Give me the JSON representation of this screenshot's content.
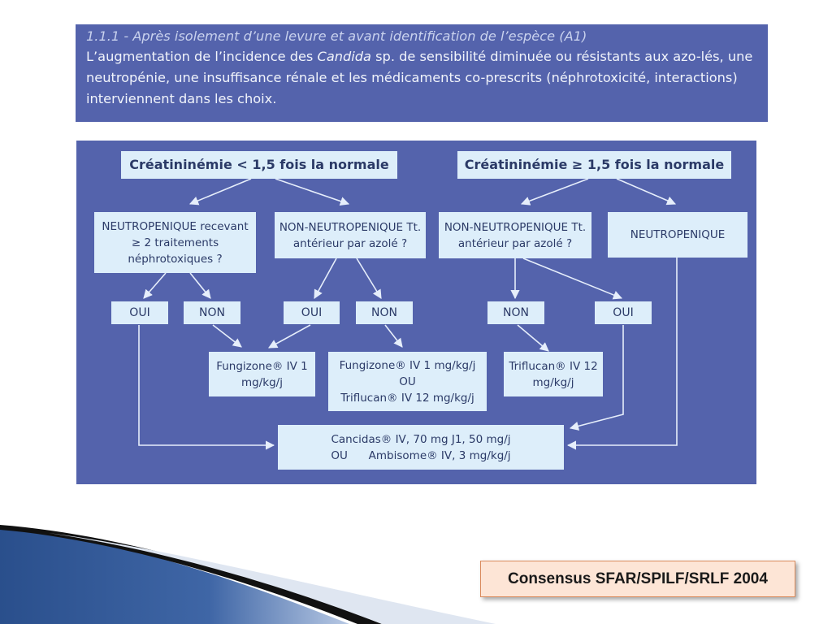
{
  "intro": {
    "title": "1.1.1 - Après isolement d’une levure et avant identification de l’espèce (A1)",
    "line_start": "L’augmentation de l’incidence des ",
    "line_italic": "Candida",
    "line_end": " sp. de sensibilité diminuée ou résistants aux azo-lés, une neutropénie, une insuffisance rénale et les médicaments co-prescrits (néphrotoxicité, interactions) interviennent dans les choix."
  },
  "flow": {
    "left_header": "Créatininémie < 1,5 fois la normale",
    "right_header": "Créatininémie ≥ 1,5 fois la normale",
    "q1": "NEUTROPENIQUE recevant ≥ 2 traitements néphrotoxiques ?",
    "q2": "NON-NEUTROPENIQUE Tt. antérieur par azolé ?",
    "q3": "NON-NEUTROPENIQUE Tt. antérieur par azolé ?",
    "q4": "NEUTROPENIQUE",
    "a_oui_1": "OUI",
    "a_non_1": "NON",
    "a_oui_2": "OUI",
    "a_non_2": "NON",
    "a_non_3": "NON",
    "a_oui_3": "OUI",
    "t1": "Fungizone® IV 1 mg/kg/j",
    "t2_l1": "Fungizone® IV 1 mg/kg/j",
    "t2_l2": "OU",
    "t2_l3": "Triflucan® IV 12 mg/kg/j",
    "t3": "Triflucan® IV 12 mg/kg/j",
    "final_l1": "Cancidas® IV, 70 mg J1, 50 mg/j",
    "final_l2": "OU      Ambisome® IV, 3 mg/kg/j"
  },
  "citation": "Consensus SFAR/SPILF/SRLF 2004",
  "colors": {
    "panel": "#5463ac",
    "box": "#ddeefa",
    "box_text": "#2b3a67",
    "arrow": "#e6eefb",
    "citation_bg": "#fde5d6"
  }
}
